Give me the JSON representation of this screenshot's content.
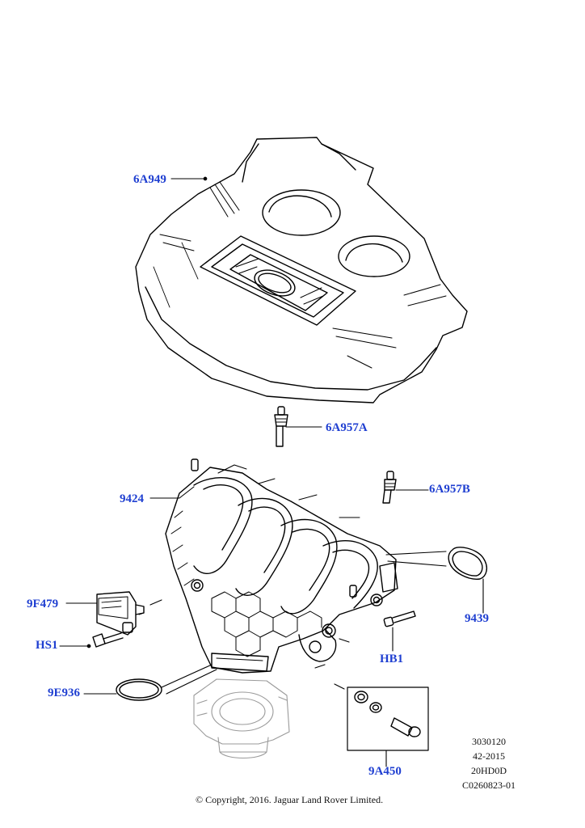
{
  "callouts": {
    "engine_cover": "6A949",
    "stud_a": "6A957A",
    "stud_b": "6A957B",
    "intake_manifold": "9424",
    "sensor": "9F479",
    "sensor_screw": "HS1",
    "throttle_gasket": "9E936",
    "gasket": "9439",
    "bolt": "HB1",
    "repair_kit": "9A450"
  },
  "meta": {
    "line1": "3030120",
    "line2": "42-2015",
    "line3": "20HD0D",
    "line4": "C0260823-01"
  },
  "copyright": "© Copyright, 2016. Jaguar Land Rover Limited.",
  "colors": {
    "callout": "#1f3fd1",
    "line": "#000000",
    "ghost": "#9a9a9a"
  }
}
